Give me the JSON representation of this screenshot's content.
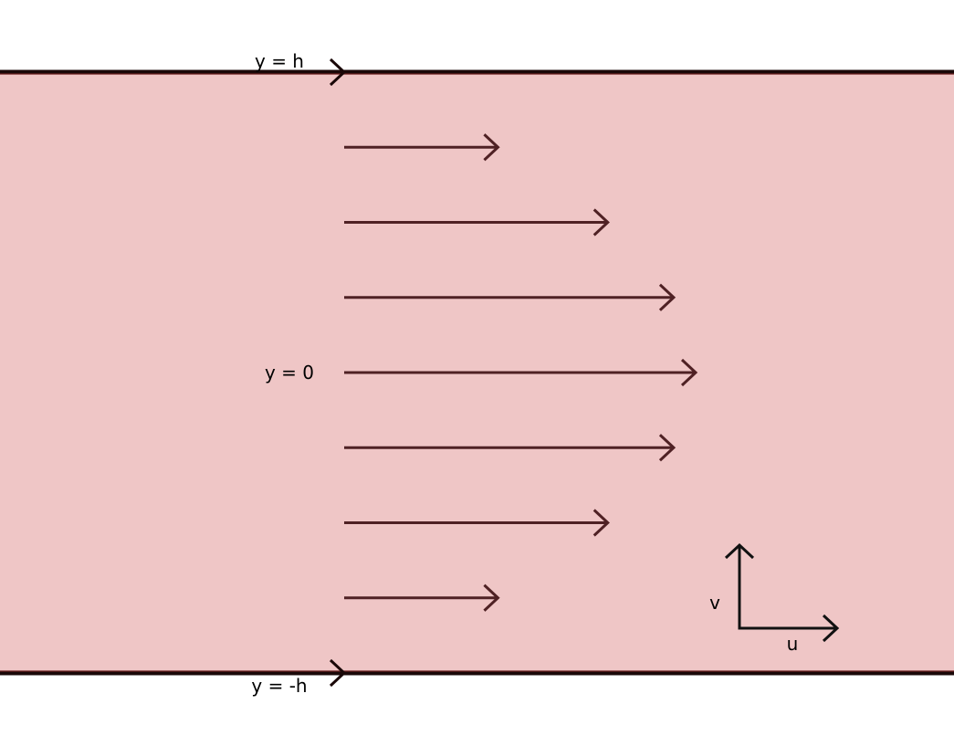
{
  "diagram": {
    "labels": {
      "top_wall": "y = h",
      "centerline": "y = 0",
      "bottom_wall": "y = -h"
    },
    "axes": {
      "vertical": "v",
      "horizontal": "u"
    },
    "velocity_profile": {
      "type": "parabolic",
      "y_over_h": [
        1.0,
        0.75,
        0.5,
        0.25,
        0.0,
        -0.25,
        -0.5,
        -0.75,
        -1.0
      ],
      "u_over_umax": [
        0.0,
        0.4375,
        0.75,
        0.9375,
        1.0,
        0.9375,
        0.75,
        0.4375,
        0.0
      ]
    },
    "colors": {
      "fluid_fill": "#efc6c6",
      "wall": "#1a0808",
      "wall_inner": "#6b1f1f",
      "profile_arrow": "#4f2124",
      "axis_arrow": "#111111",
      "text": "#000000"
    }
  }
}
